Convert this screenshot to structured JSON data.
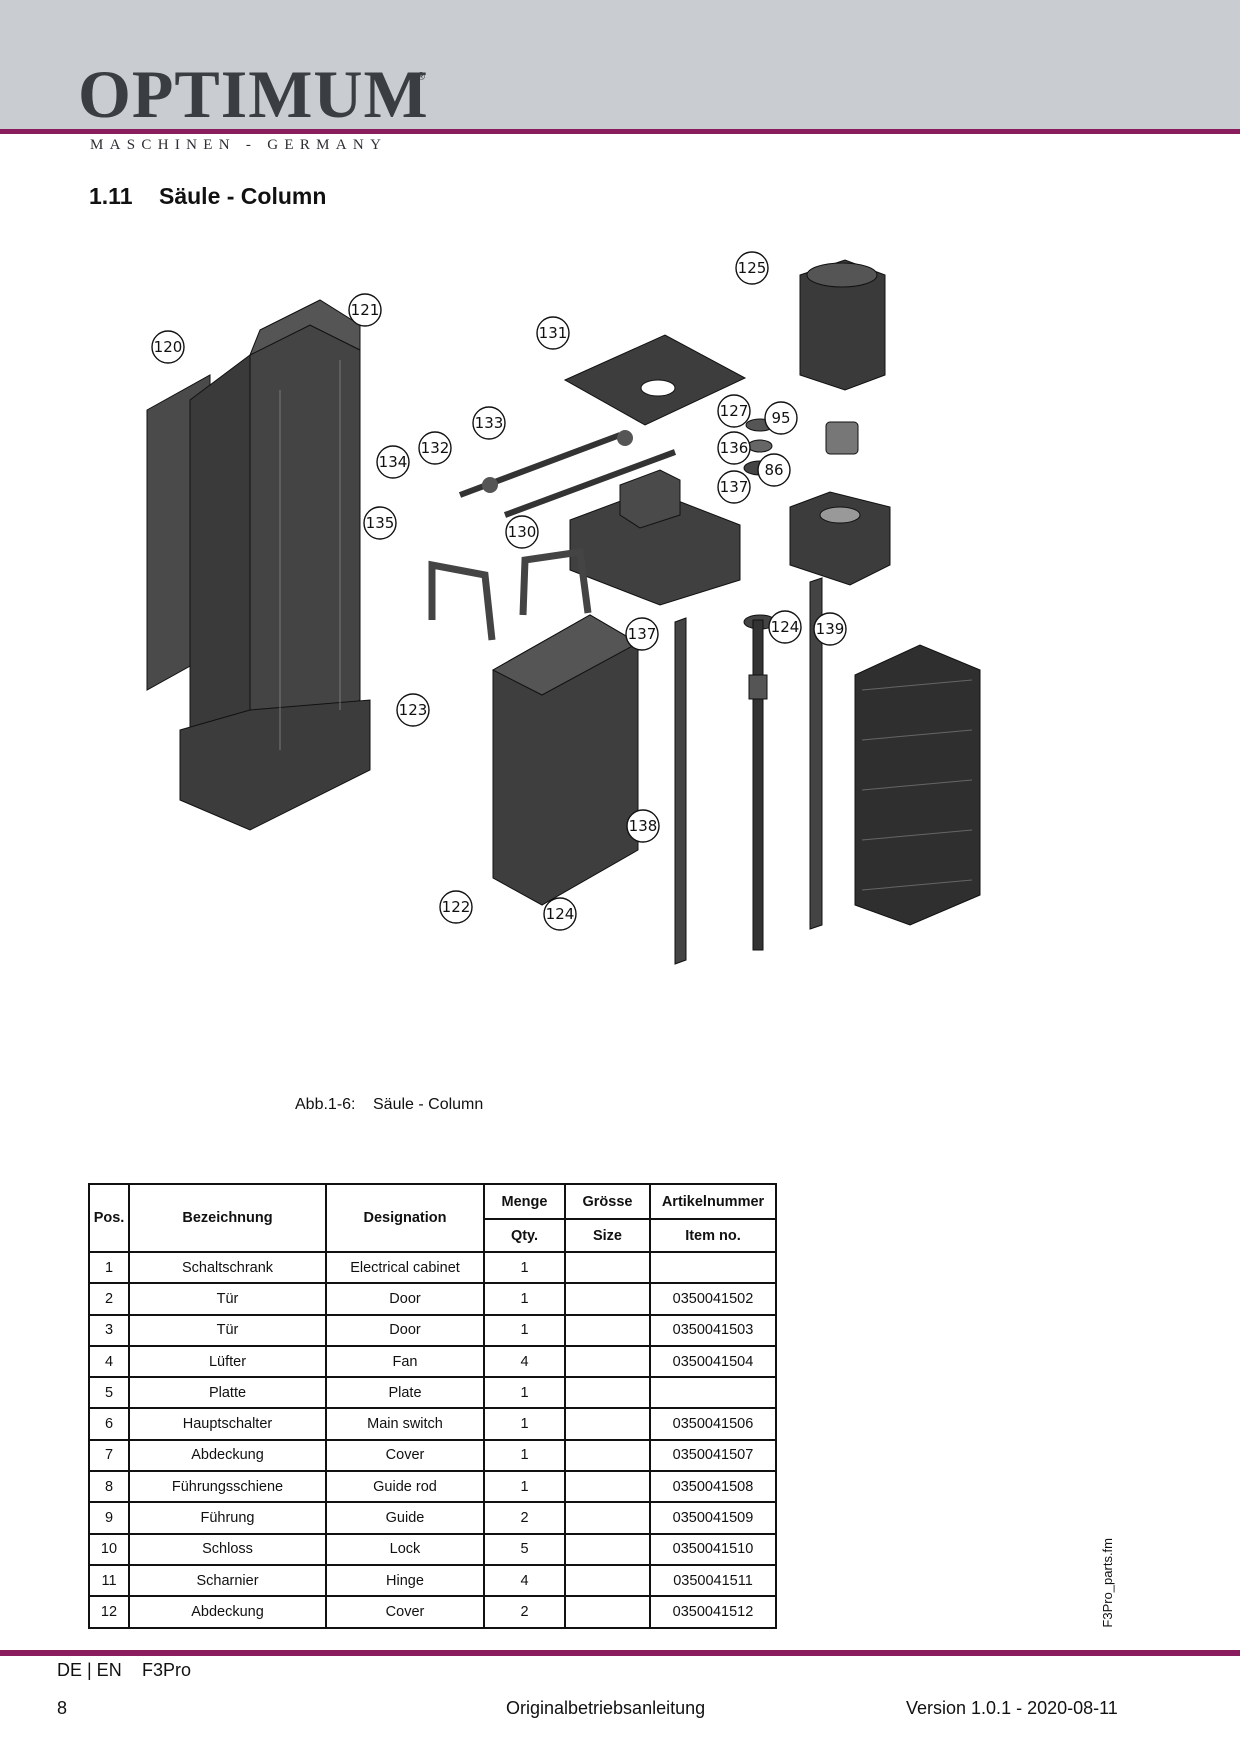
{
  "brand": {
    "name": "OPTIMUM",
    "registered": "®",
    "tagline": "MASCHINEN - GERMANY"
  },
  "section": {
    "number": "1.11",
    "title": "Säule - Column"
  },
  "figure": {
    "caption_label": "Abb.1-6:",
    "caption_text": "Säule - Column",
    "callouts": [
      "120",
      "121",
      "131",
      "125",
      "127",
      "95",
      "136",
      "86",
      "137",
      "133",
      "132",
      "134",
      "135",
      "130",
      "124",
      "139",
      "137",
      "123",
      "138",
      "122",
      "124"
    ]
  },
  "table": {
    "headers": {
      "pos": "Pos.",
      "bezeichnung": "Bezeichnung",
      "designation": "Designation",
      "menge": "Menge",
      "qty": "Qty.",
      "groesse": "Grösse",
      "size": "Size",
      "artikel": "Artikelnummer",
      "item": "Item no."
    },
    "rows": [
      {
        "pos": "1",
        "bez": "Schaltschrank",
        "des": "Electrical cabinet",
        "qty": "1",
        "size": "",
        "item": ""
      },
      {
        "pos": "2",
        "bez": "Tür",
        "des": "Door",
        "qty": "1",
        "size": "",
        "item": "0350041502"
      },
      {
        "pos": "3",
        "bez": "Tür",
        "des": "Door",
        "qty": "1",
        "size": "",
        "item": "0350041503"
      },
      {
        "pos": "4",
        "bez": "Lüfter",
        "des": "Fan",
        "qty": "4",
        "size": "",
        "item": "0350041504"
      },
      {
        "pos": "5",
        "bez": "Platte",
        "des": "Plate",
        "qty": "1",
        "size": "",
        "item": ""
      },
      {
        "pos": "6",
        "bez": "Hauptschalter",
        "des": "Main switch",
        "qty": "1",
        "size": "",
        "item": "0350041506"
      },
      {
        "pos": "7",
        "bez": "Abdeckung",
        "des": "Cover",
        "qty": "1",
        "size": "",
        "item": "0350041507"
      },
      {
        "pos": "8",
        "bez": "Führungsschiene",
        "des": "Guide rod",
        "qty": "1",
        "size": "",
        "item": "0350041508"
      },
      {
        "pos": "9",
        "bez": "Führung",
        "des": "Guide",
        "qty": "2",
        "size": "",
        "item": "0350041509"
      },
      {
        "pos": "10",
        "bez": "Schloss",
        "des": "Lock",
        "qty": "5",
        "size": "",
        "item": "0350041510"
      },
      {
        "pos": "11",
        "bez": "Scharnier",
        "des": "Hinge",
        "qty": "4",
        "size": "",
        "item": "0350041511"
      },
      {
        "pos": "12",
        "bez": "Abdeckung",
        "des": "Cover",
        "qty": "2",
        "size": "",
        "item": "0350041512"
      }
    ]
  },
  "side_file": "F3Pro_parts.fm",
  "footer": {
    "lang": "DE | EN",
    "model": "F3Pro",
    "page": "8",
    "doc": "Originalbetriebsanleitung",
    "version": "Version 1.0.1 - 2020-08-11"
  },
  "colors": {
    "accent": "#8a1d5e",
    "header_bg": "#c9ccd0",
    "logo": "#3a3d42",
    "part_dark": "#3b3b3b"
  }
}
